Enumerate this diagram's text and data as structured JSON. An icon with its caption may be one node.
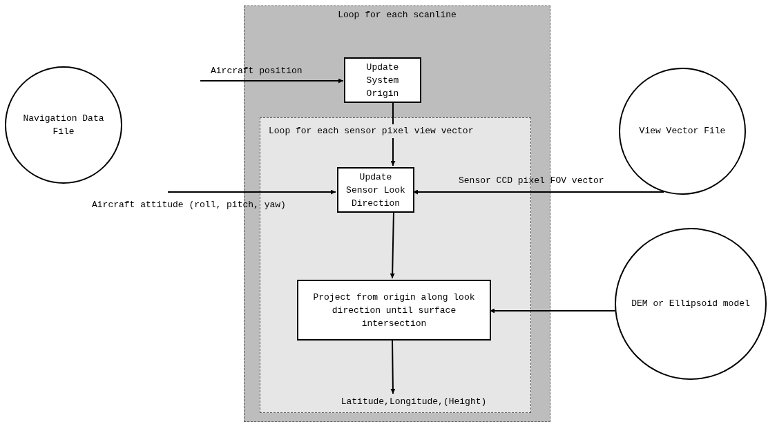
{
  "diagram": {
    "nodes": [
      {
        "text": [
          "Loop for each scanline"
        ]
      },
      {
        "text": [
          "Update System Origin"
        ],
        "in": 0
      },
      {
        "text": [
          "Loop for each sensor pixel view vector"
        ],
        "in": 0
      },
      {
        "text": [
          "Update Sensor Look Direction"
        ],
        "in": 2
      },
      {
        "text": [
          "Project from origin along look direction until surface intersection"
        ],
        "in": 2
      },
      {
        "text": [
          "Latitude,Longitude,(Height)"
        ],
        "in": 2
      },
      {
        "text": [
          "Navigation Data File"
        ]
      },
      {
        "text": [
          "View Vector File"
        ]
      },
      {
        "text": [
          "DEM or Ellipsoid model"
        ]
      }
    ],
    "edges": [
      {
        "from": null,
        "to": 1,
        "arrow": "to",
        "label": "Aircraft position"
      },
      {
        "from": 1,
        "to": 3,
        "arrow": "to"
      },
      {
        "from": null,
        "to": 3,
        "arrow": "to",
        "label": "Aircraft attitude (roll, pitch, yaw)"
      },
      {
        "from": 7,
        "to": 3,
        "arrow": "to",
        "label": "Sensor CCD pixel FOV vector"
      },
      {
        "from": 3,
        "to": 4,
        "arrow": "to"
      },
      {
        "from": 8,
        "to": 4,
        "arrow": "to"
      },
      {
        "from": 4,
        "to": 5,
        "arrow": "to"
      }
    ]
  }
}
